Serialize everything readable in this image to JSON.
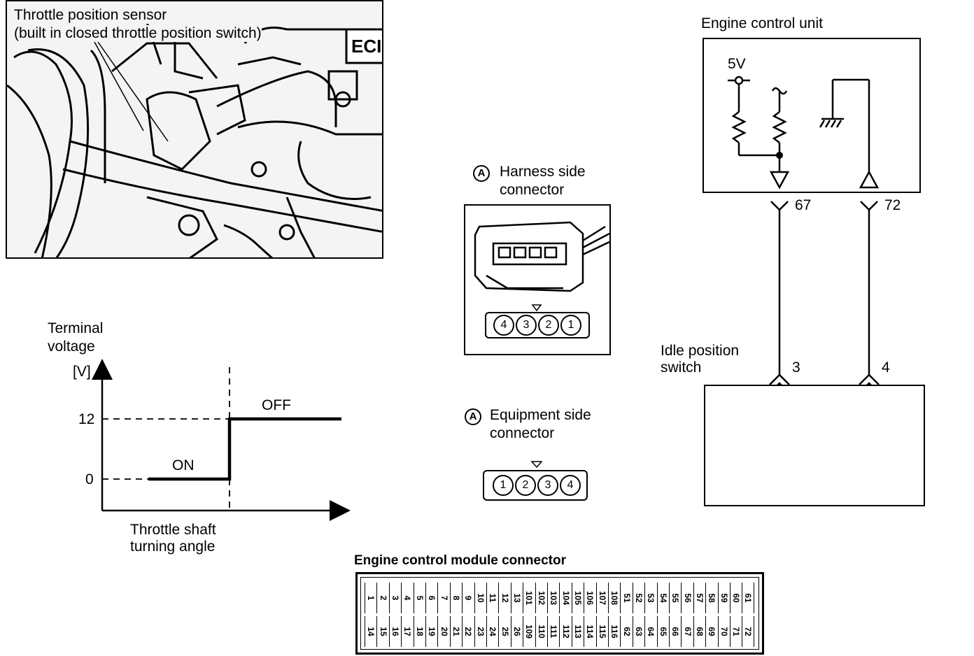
{
  "photo": {
    "title_line1": "Throttle position sensor",
    "title_line2": "(built in closed throttle position switch)",
    "ecu_mark": "ECI"
  },
  "graph": {
    "ylabel_line1": "Terminal",
    "ylabel_line2": "voltage",
    "ylabel_line3": "[V]",
    "tick_high": "12",
    "tick_low": "0",
    "label_on": "ON",
    "label_off": "OFF",
    "xlabel_line1": "Throttle  shaft",
    "xlabel_line2": "turning  angle"
  },
  "harness_connector": {
    "marker": "A",
    "title_line1": "Harness side",
    "title_line2": "connector",
    "pins": [
      "4",
      "3",
      "2",
      "1"
    ]
  },
  "equipment_connector": {
    "marker": "A",
    "title_line1": "Equipment side",
    "title_line2": "connector",
    "pins": [
      "1",
      "2",
      "3",
      "4"
    ]
  },
  "ecu_schematic": {
    "title": "Engine  control  unit",
    "supply": "5V",
    "terminal_left": "67",
    "terminal_right": "72",
    "switch_label_line1": "Idle  position",
    "switch_label_line2": "switch",
    "switch_pin_left": "3",
    "switch_pin_right": "4"
  },
  "ecm_connector": {
    "title": "Engine control module connector",
    "top_row": [
      "1",
      "2",
      "3",
      "4",
      "5",
      "6",
      "7",
      "8",
      "9",
      "10",
      "11",
      "12",
      "13",
      "101",
      "102",
      "103",
      "104",
      "105",
      "106",
      "107",
      "108",
      "51",
      "52",
      "53",
      "54",
      "55",
      "56",
      "57",
      "58",
      "59",
      "60",
      "61"
    ],
    "bottom_row": [
      "14",
      "15",
      "16",
      "17",
      "18",
      "19",
      "20",
      "21",
      "22",
      "23",
      "24",
      "25",
      "26",
      "109",
      "110",
      "111",
      "112",
      "113",
      "114",
      "115",
      "116",
      "62",
      "63",
      "64",
      "65",
      "66",
      "67",
      "68",
      "69",
      "70",
      "71",
      "72"
    ]
  }
}
